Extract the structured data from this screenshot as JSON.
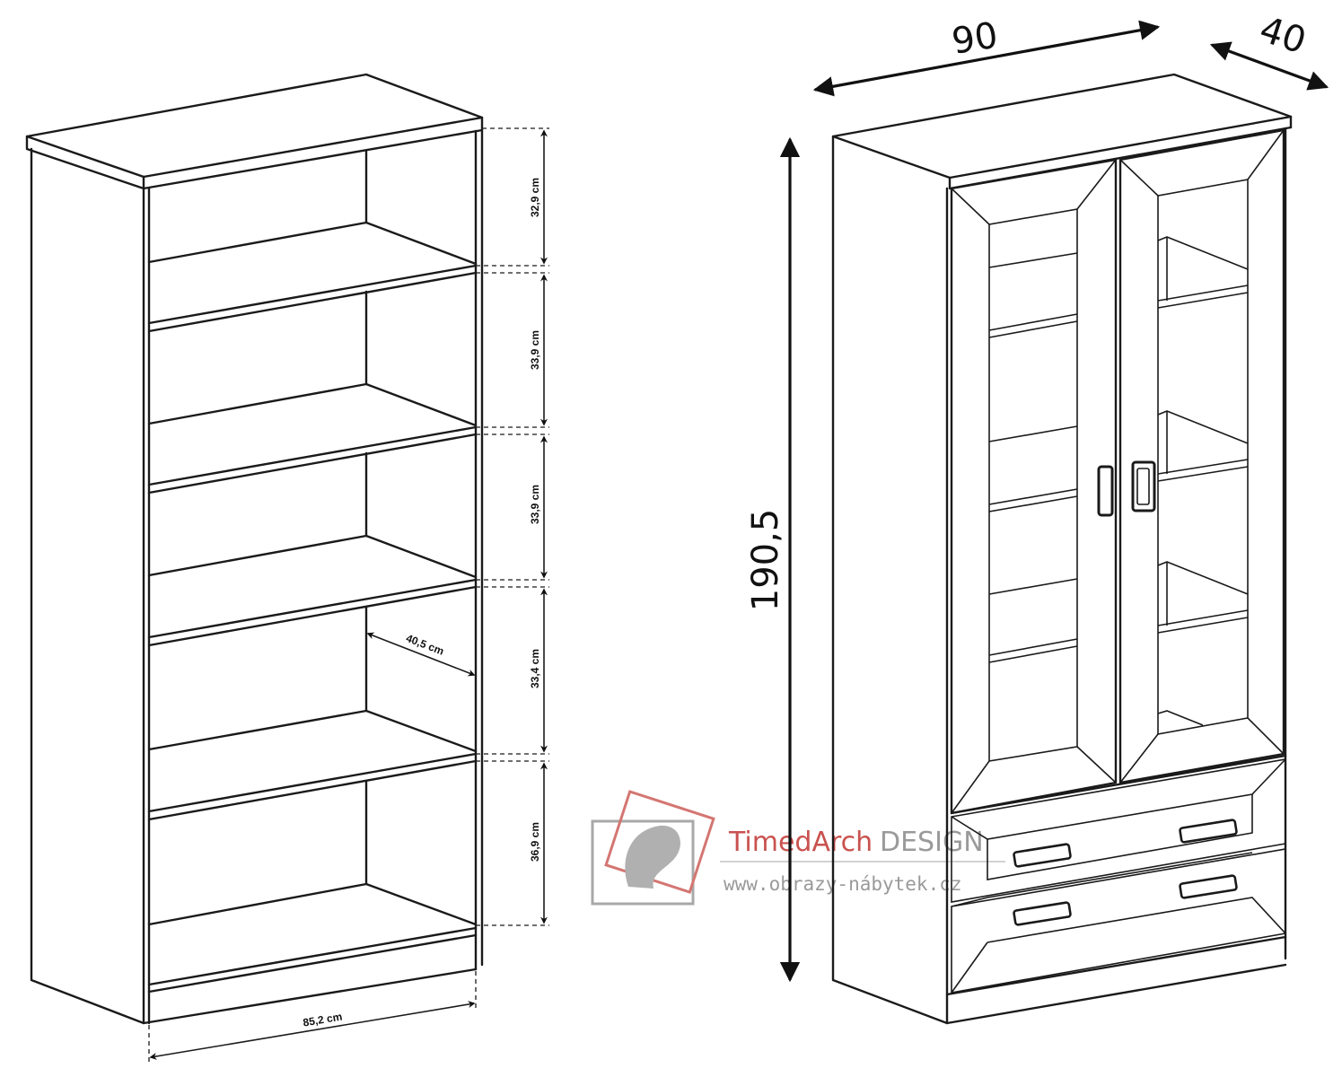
{
  "shelf_diagram": {
    "heights": [
      "32,9 cm",
      "33,9 cm",
      "33,9 cm",
      "33,4 cm",
      "36,9 cm"
    ],
    "depth": "40,5 cm",
    "width": "85,2 cm"
  },
  "cabinet_diagram": {
    "width": "90",
    "depth": "40",
    "height": "190,5"
  },
  "watermark": {
    "brand_part1": "TimedArch",
    "brand_part2": "DESIGN",
    "url": "www.obrazy-nábytek.cz",
    "brand_color": "#c9524f",
    "gray_color": "#9a9a9a"
  }
}
